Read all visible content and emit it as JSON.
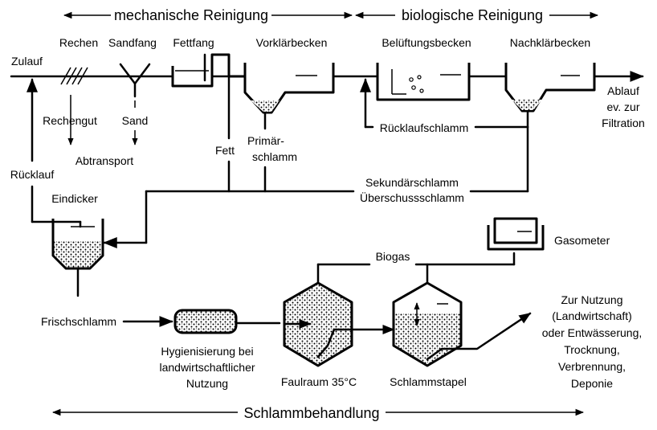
{
  "headers": {
    "mechanical": "mechanische Reinigung",
    "biological": "biologische Reinigung",
    "sludge": "Schlammbehandlung"
  },
  "labels": {
    "zulauf": "Zulauf",
    "rechen": "Rechen",
    "sandfang": "Sandfang",
    "fettfang": "Fettfang",
    "vorklaerbecken": "Vorklärbecken",
    "belueftungsbecken": "Belüftungsbecken",
    "nachklaerbecken": "Nachklärbecken",
    "ablauf": [
      "Ablauf",
      "ev. zur",
      "Filtration"
    ],
    "rechengut": "Rechengut",
    "sand": "Sand",
    "abtransport": "Abtransport",
    "fett": "Fett",
    "primaerschlamm": [
      "Primär-",
      "schlamm"
    ],
    "ruecklaufschlamm": "Rücklaufschlamm",
    "ruecklauf": "Rücklauf",
    "eindicker": "Eindicker",
    "sekundaerschlamm": "Sekundärschlamm",
    "ueberschussschlamm": "Überschussschlamm",
    "gasometer": "Gasometer",
    "biogas": "Biogas",
    "frischschlamm": "Frischschlamm",
    "hygienisierung": [
      "Hygienisierung bei",
      "landwirtschaftlicher",
      "Nutzung"
    ],
    "faulraum": "Faulraum 35°C",
    "schlammstapel": "Schlammstapel",
    "nutzung": [
      "Zur Nutzung",
      "(Landwirtschaft)",
      "oder Entwässerung,",
      "Trocknung,",
      "Verbrennung,",
      "Deponie"
    ]
  }
}
